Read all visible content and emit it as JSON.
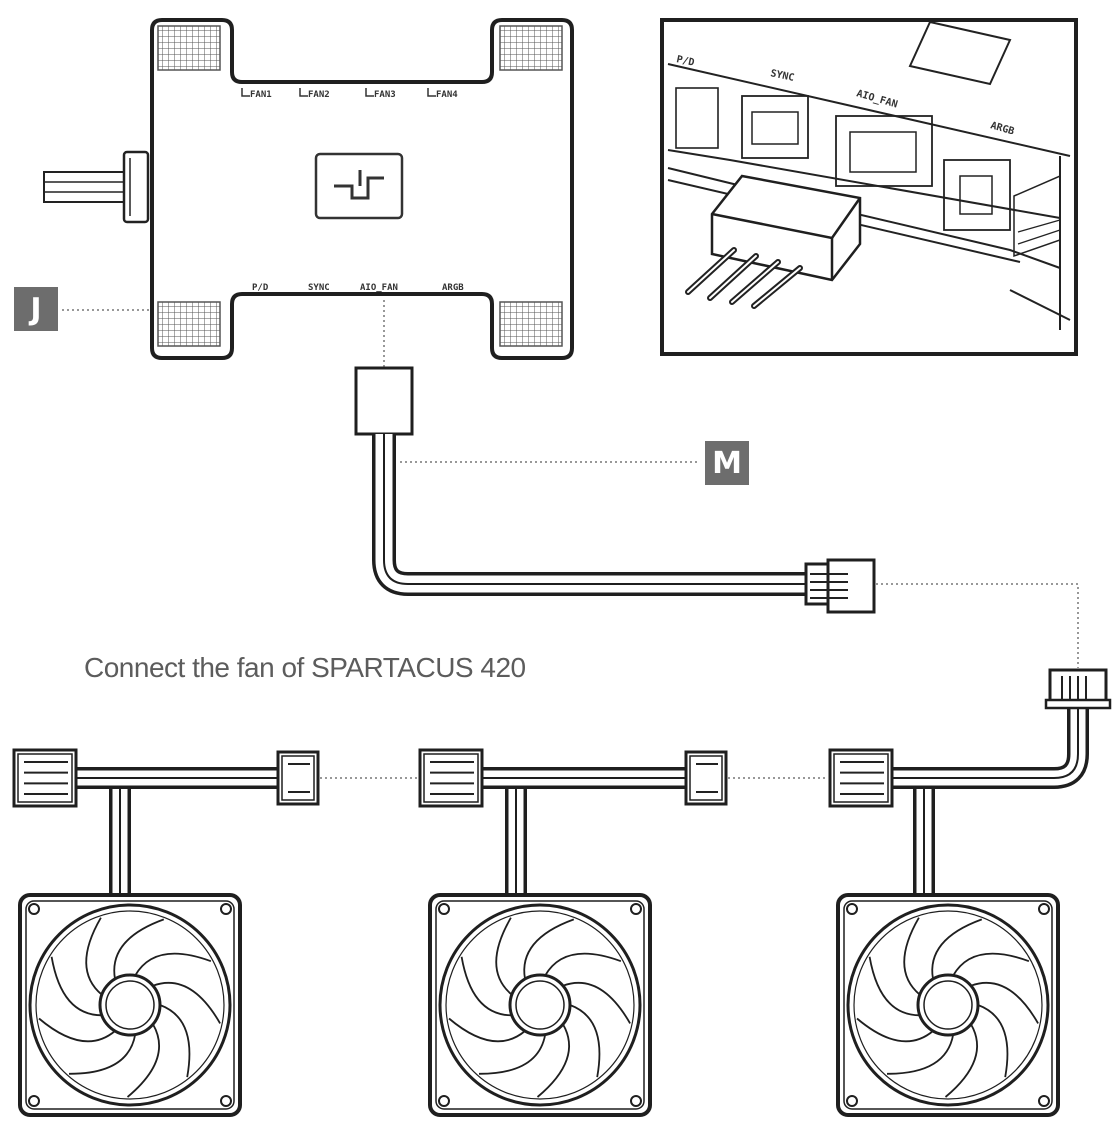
{
  "caption": "Connect the fan of SPARTACUS 420",
  "callouts": {
    "j": "J",
    "m": "M"
  },
  "hub": {
    "top_ports": [
      "FAN1",
      "FAN2",
      "FAN3",
      "FAN4"
    ],
    "bottom_ports": [
      "P/D",
      "SYNC",
      "AIO_FAN",
      "ARGB"
    ]
  },
  "inset": {
    "ports": [
      "P/D",
      "SYNC",
      "AIO_FAN",
      "ARGB"
    ]
  },
  "colors": {
    "line": "#1f1f1f",
    "callout_bg": "#6d6d6d",
    "caption": "#5c5c5c"
  }
}
